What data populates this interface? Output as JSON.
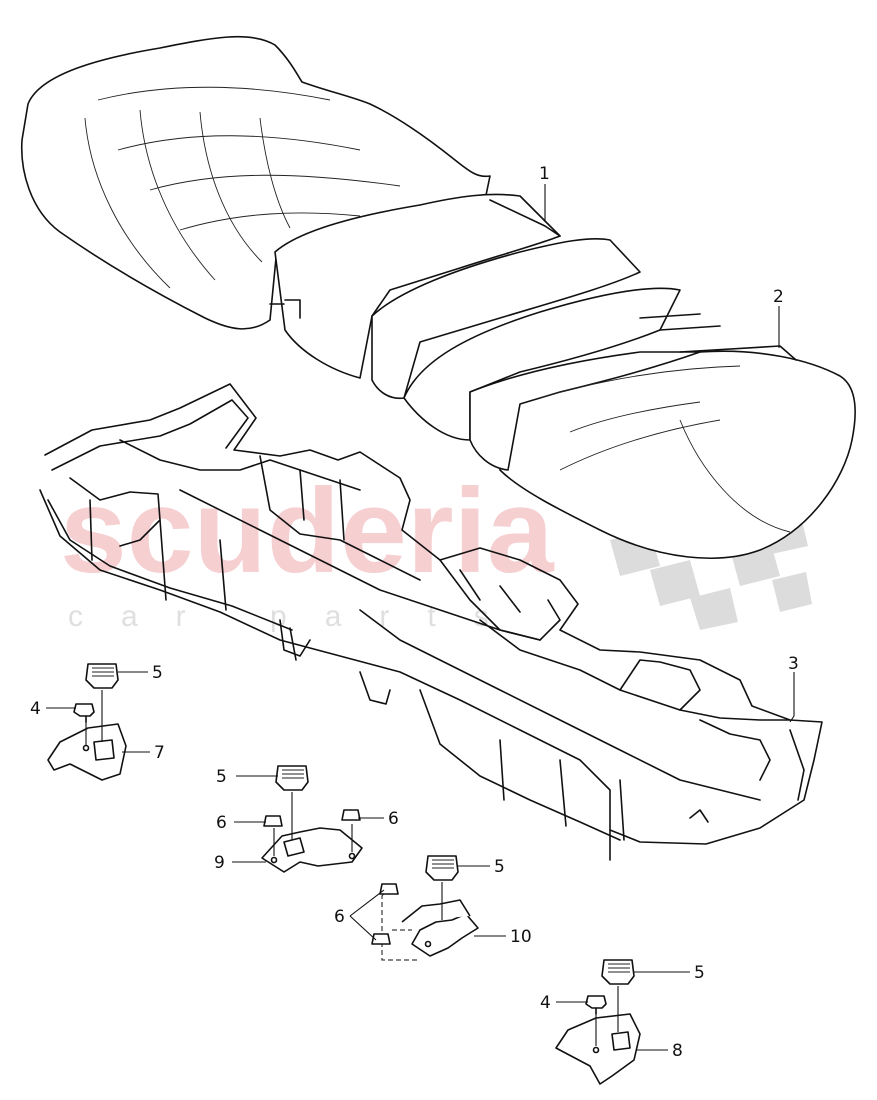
{
  "watermark": {
    "brand": "scuderia",
    "sub": "car parts",
    "color_brand": "#f2b8bd",
    "color_checker": "#d9d9d9"
  },
  "callouts": [
    {
      "id": "1",
      "label": "1"
    },
    {
      "id": "2",
      "label": "2"
    },
    {
      "id": "3",
      "label": "3"
    },
    {
      "id": "4a",
      "label": "4"
    },
    {
      "id": "4b",
      "label": "4"
    },
    {
      "id": "5a",
      "label": "5"
    },
    {
      "id": "5b",
      "label": "5"
    },
    {
      "id": "5c",
      "label": "5"
    },
    {
      "id": "5d",
      "label": "5"
    },
    {
      "id": "6a",
      "label": "6"
    },
    {
      "id": "6b",
      "label": "6"
    },
    {
      "id": "6c",
      "label": "6"
    },
    {
      "id": "7",
      "label": "7"
    },
    {
      "id": "8",
      "label": "8"
    },
    {
      "id": "9",
      "label": "9"
    },
    {
      "id": "10",
      "label": "10"
    }
  ]
}
